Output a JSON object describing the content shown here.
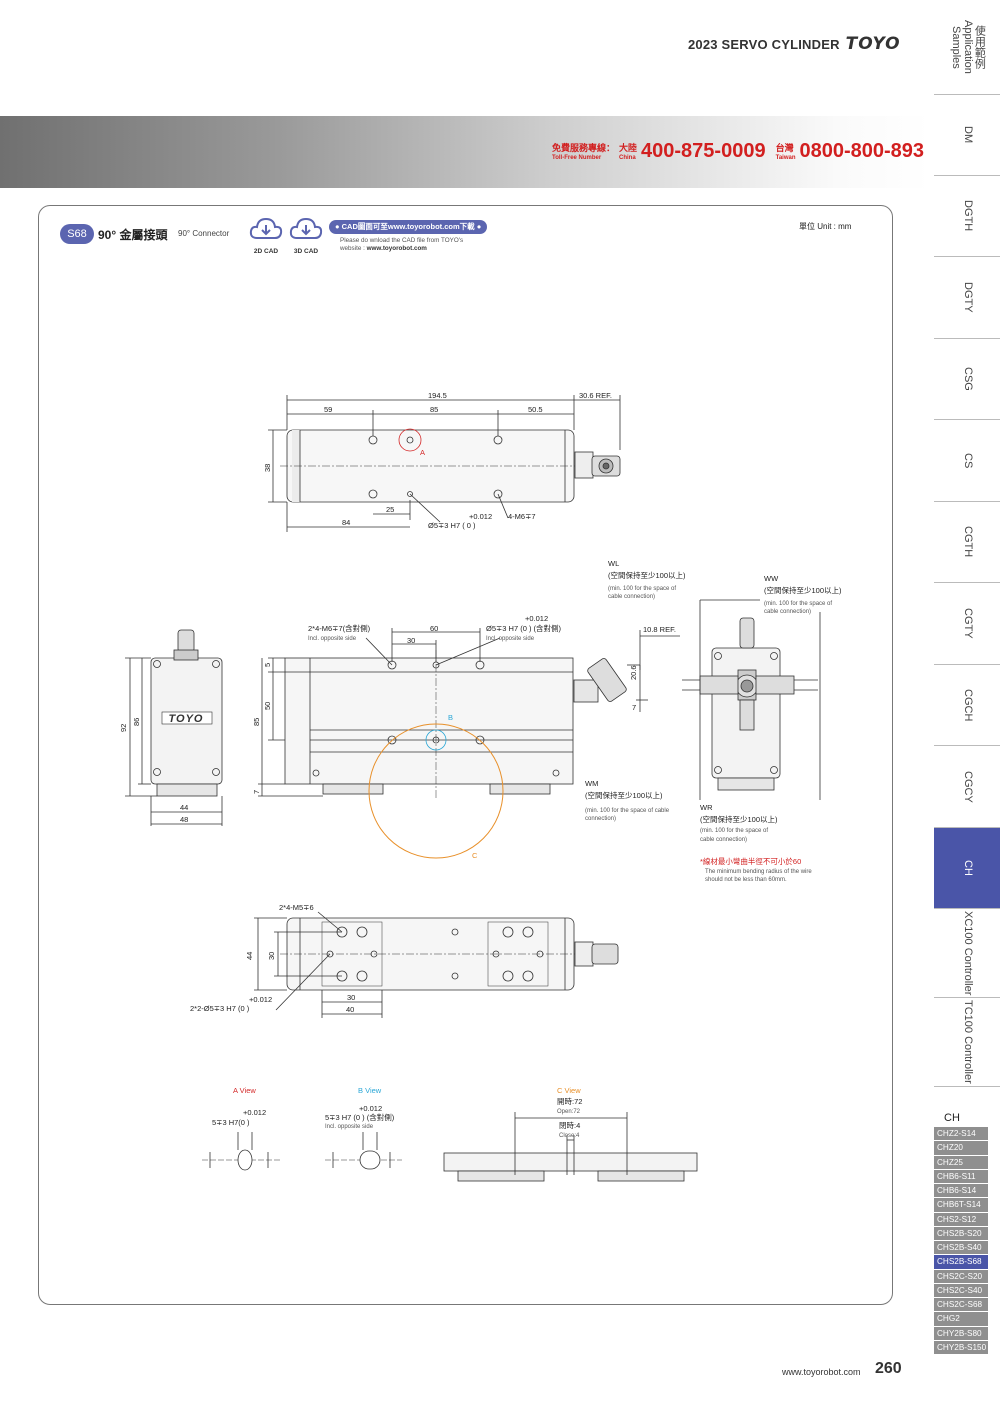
{
  "header": {
    "catalog_title": "2023 SERVO CYLINDER",
    "brand": "TOYO"
  },
  "hotline": {
    "label": "免費服務專線：",
    "label_en": "Toll-Free Number",
    "china_label": "大陸",
    "china_label_en": "China",
    "china_number": "400-875-0009",
    "taiwan_label": "台灣",
    "taiwan_label_en": "Taiwan",
    "taiwan_number": "0800-800-893"
  },
  "side_tabs": [
    {
      "label": "使用範例 Application Samples",
      "active": false
    },
    {
      "label": "DM",
      "active": false
    },
    {
      "label": "DGTH",
      "active": false
    },
    {
      "label": "DGTY",
      "active": false
    },
    {
      "label": "CSG",
      "active": false
    },
    {
      "label": "CS",
      "active": false
    },
    {
      "label": "CGTH",
      "active": false
    },
    {
      "label": "CGTY",
      "active": false
    },
    {
      "label": "CGCH",
      "active": false
    },
    {
      "label": "CGCY",
      "active": false
    },
    {
      "label": "CH",
      "active": true
    },
    {
      "label": "XC100 Controller",
      "active": false
    },
    {
      "label": "TC100 Controller",
      "active": false
    }
  ],
  "model_list": {
    "heading": "CH",
    "items": [
      "CHZ2-S14",
      "CHZ20",
      "CHZ25",
      "CHB6-S11",
      "CHB6-S14",
      "CHB6T-S14",
      "CHS2-S12",
      "CHS2B-S20",
      "CHS2B-S40",
      "CHS2B-S68",
      "CHS2C-S20",
      "CHS2C-S40",
      "CHS2C-S68",
      "CHG2",
      "CHY2B-S80",
      "CHY2B-S150"
    ],
    "active": "CHS2B-S68"
  },
  "section": {
    "badge": "S68",
    "title_zh": "90° 金屬接頭",
    "title_en": "90° Connector",
    "cad_2d": "2D CAD",
    "cad_3d": "3D CAD",
    "cad_pill": "● CAD圖面可至www.toyorobot.com下載 ●",
    "cad_note_1": "Please do wnload the CAD file from TOYO's",
    "cad_note_2_prefix": "website : ",
    "cad_note_2_url": "www.toyorobot.com",
    "unit": "單位 Unit : mm"
  },
  "drawing": {
    "top_dims": {
      "overall": "194.5",
      "ref": "30.6 REF.",
      "d59": "59",
      "d85": "85",
      "d50_5": "50.5",
      "d38": "38",
      "d25": "25",
      "d84": "84",
      "tol": "+0.012",
      "hole": "Ø5∓3 H7 ( 0      )",
      "tap": "4-M6∓7",
      "marker": "A"
    },
    "front_dims": {
      "tap": "2*4-M6∓7(含對側)",
      "tap_note": "Incl. opposite side",
      "d60": "60",
      "d30": "30",
      "tol": "+0.012",
      "hole": "Ø5∓3 H7 (0       ) (含對側)",
      "hole_note": "Incl. opposite side",
      "ref": "10.8 REF.",
      "d20_6": "20.6",
      "d7a": "7",
      "d5": "5",
      "d50": "50",
      "d85": "85",
      "d7b": "7",
      "marker_b": "B",
      "marker_c": "C"
    },
    "side_dims": {
      "d92": "92",
      "d86": "86",
      "d44": "44",
      "d48": "48",
      "logo": "TOYO"
    },
    "wires": {
      "wl": "WL",
      "wl_zh": "(空間保持至少100以上)",
      "wl_en1": "(min. 100 for the space of",
      "wl_en2": "cable connection)",
      "ww": "WW",
      "ww_zh": "(空間保持至少100以上)",
      "ww_en1": "(min. 100 for the space of",
      "ww_en2": "cable connection)",
      "wm": "WM",
      "wm_zh": "(空間保持至少100以上)",
      "wm_en1": "(min. 100 for the space of cable",
      "wm_en2": "connection)",
      "wr": "WR",
      "wr_zh": "(空間保持至少100以上)",
      "wr_en1": "(min. 100 for the space of",
      "wr_en2": "cable connection)",
      "radius_zh": "*線材最小彎曲半徑不可小於60",
      "radius_en1": "The minimum bending radius of the wire",
      "radius_en2": "should not be less than 60mm."
    },
    "bottom_dims": {
      "tap": "2*4-M5∓6",
      "d44": "44",
      "d30a": "30",
      "tol": "+0.012",
      "hole": "2*2-Ø5∓3 H7 (0      )",
      "d30b": "30",
      "d40": "40"
    },
    "views": {
      "a_title": "A View",
      "a_tol": "+0.012",
      "a_hole": "5∓3 H7(0       )",
      "b_title": "B View",
      "b_tol": "+0.012",
      "b_hole": "5∓3 H7 (0       ) (含對側)",
      "b_note": "Incl. opposite side",
      "c_title": "C View",
      "c_open_zh": "開時:72",
      "c_open_en": "Open:72",
      "c_close_zh": "閉時:4",
      "c_close_en": "Close:4"
    },
    "colors": {
      "a": "#d42a2a",
      "b": "#2aa7d6",
      "c": "#e8902a",
      "warn": "#d21f1f"
    }
  },
  "footer": {
    "url": "www.toyorobot.com",
    "page": "260"
  }
}
